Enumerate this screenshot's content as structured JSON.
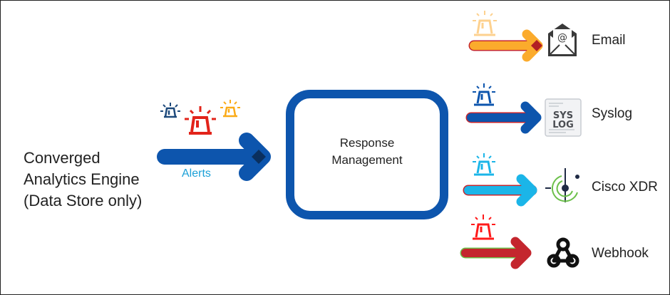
{
  "source": {
    "lines": [
      "Converged",
      "Analytics Engine",
      "(Data Store only)"
    ]
  },
  "main_flow": {
    "label": "Alerts",
    "color": "#0d55ad",
    "label_color": "#1ba0d7"
  },
  "hub": {
    "lines": [
      "Response",
      "Management"
    ],
    "border_color": "#0d55ad"
  },
  "alert_icons": [
    {
      "name": "alert-navy",
      "color": "#1e4a7c"
    },
    {
      "name": "alert-red",
      "color": "#e2231a"
    },
    {
      "name": "alert-yellow",
      "color": "#fbab18"
    }
  ],
  "destinations": [
    {
      "label": "Email",
      "icon": "email-icon",
      "arrow_color": "#fbab2c",
      "alert_color": "#fdd18f"
    },
    {
      "label": "Syslog",
      "icon": "syslog-icon",
      "arrow_color": "#0d55ad",
      "alert_color": "#0d55ad"
    },
    {
      "label": "Cisco XDR",
      "icon": "cisco-xdr-icon",
      "arrow_color": "#1bb5e8",
      "alert_color": "#1bb5e8"
    },
    {
      "label": "Webhook",
      "icon": "webhook-icon",
      "arrow_color": "#c4262e",
      "alert_color": "#ff1a1a"
    }
  ]
}
